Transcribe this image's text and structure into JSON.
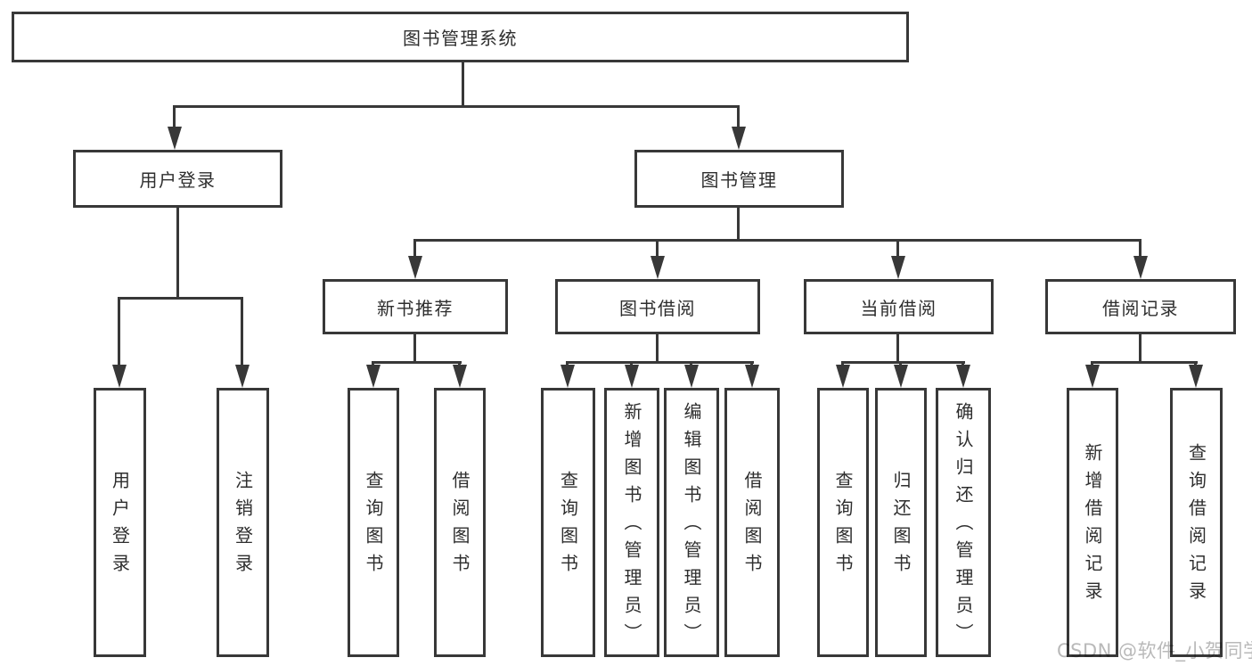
{
  "tree": {
    "label": "图书管理系统",
    "children": [
      {
        "label": "用户登录",
        "children": [
          {
            "label": "用户登录"
          },
          {
            "label": "注销登录"
          }
        ]
      },
      {
        "label": "图书管理",
        "children": [
          {
            "label": "新书推荐",
            "children": [
              {
                "label": "查询图书"
              },
              {
                "label": "借阅图书"
              }
            ]
          },
          {
            "label": "图书借阅",
            "children": [
              {
                "label": "查询图书"
              },
              {
                "label": "新增图书（管理员）"
              },
              {
                "label": "编辑图书（管理员）"
              },
              {
                "label": "借阅图书"
              }
            ]
          },
          {
            "label": "当前借阅",
            "children": [
              {
                "label": "查询图书"
              },
              {
                "label": "归还图书"
              },
              {
                "label": "确认归还（管理员）"
              }
            ]
          },
          {
            "label": "借阅记录",
            "children": [
              {
                "label": "新增借阅记录"
              },
              {
                "label": "查询借阅记录"
              }
            ]
          }
        ]
      }
    ]
  },
  "watermark": {
    "text": "CSDN @软件_小贺同学"
  },
  "colors": {
    "line": "#383838",
    "text": "#2e2e2e",
    "watermark": "#b9b9b9",
    "background": "#ffffff"
  }
}
